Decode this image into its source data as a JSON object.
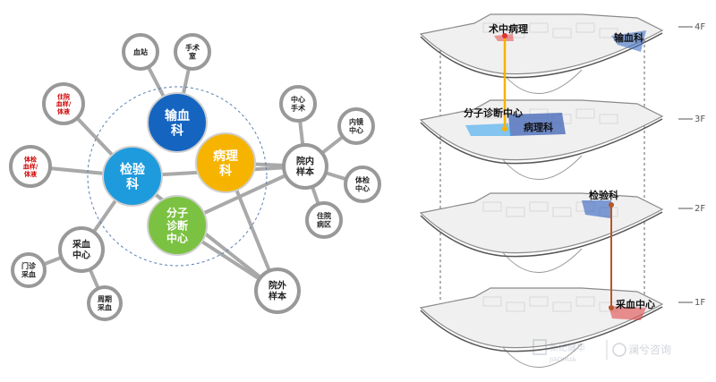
{
  "network": {
    "core_nodes": [
      {
        "id": "transfusion",
        "lines": [
          "输血",
          "科"
        ],
        "color": "#1565c0"
      },
      {
        "id": "pathology",
        "lines": [
          "病理",
          "科"
        ],
        "color": "#f6b400"
      },
      {
        "id": "lab",
        "lines": [
          "检验",
          "科"
        ],
        "color": "#1e9bdc"
      },
      {
        "id": "molecular",
        "lines": [
          "分子",
          "诊断",
          "中心"
        ],
        "color": "#7cc242"
      }
    ],
    "small_nodes": [
      {
        "id": "blood-station",
        "lines": [
          "血站"
        ],
        "red": false
      },
      {
        "id": "operating-room",
        "lines": [
          "手术",
          "室"
        ],
        "red": false
      },
      {
        "id": "inpatient-samples",
        "lines": [
          "住院",
          "血样/",
          "体液"
        ],
        "red": true
      },
      {
        "id": "checkup-samples",
        "lines": [
          "体检",
          "血样/",
          "体液"
        ],
        "red": true
      },
      {
        "id": "center-surgery",
        "lines": [
          "中心",
          "手术"
        ],
        "red": false
      },
      {
        "id": "endoscopy-center",
        "lines": [
          "内镜",
          "中心"
        ],
        "red": false
      },
      {
        "id": "inpatient-specimens",
        "lines": [
          "院内",
          "样本"
        ],
        "red": false
      },
      {
        "id": "checkup-center",
        "lines": [
          "体检",
          "中心"
        ],
        "red": false
      },
      {
        "id": "inpatient-ward",
        "lines": [
          "住院",
          "病区"
        ],
        "red": false
      },
      {
        "id": "blood-collection",
        "lines": [
          "采血",
          "中心"
        ],
        "red": false
      },
      {
        "id": "outpatient-collection",
        "lines": [
          "门诊",
          "采血"
        ],
        "red": false
      },
      {
        "id": "periodic-collection",
        "lines": [
          "周期",
          "采血"
        ],
        "red": false
      },
      {
        "id": "external-specimens",
        "lines": [
          "院外",
          "样本"
        ],
        "red": false
      }
    ]
  },
  "floors": {
    "labels": [
      "4F",
      "3F",
      "2F",
      "1F"
    ],
    "departments": [
      {
        "id": "pathology-4f",
        "label": "术中病理",
        "floor": "4F"
      },
      {
        "id": "transfusion-4f",
        "label": "输血科",
        "floor": "4F"
      },
      {
        "id": "molecular-3f",
        "label": "分子诊断中心",
        "floor": "3F"
      },
      {
        "id": "pathology-3f",
        "label": "病理科",
        "floor": "3F"
      },
      {
        "id": "lab-2f",
        "label": "检验科",
        "floor": "2F"
      },
      {
        "id": "collection-1f",
        "label": "采血中心",
        "floor": "1F"
      }
    ]
  },
  "watermark": {
    "logo1": "新纪健华",
    "logo1_sub": "JIAOHUA",
    "logo2": "澜兮咨询"
  },
  "colors": {
    "node_gray": "#999999",
    "link_gray": "#a9a9a9",
    "dash_circle": "#5a7fb5",
    "red_text": "#d00000",
    "orange_line": "#f5b300",
    "brown_line": "#b5582a"
  }
}
